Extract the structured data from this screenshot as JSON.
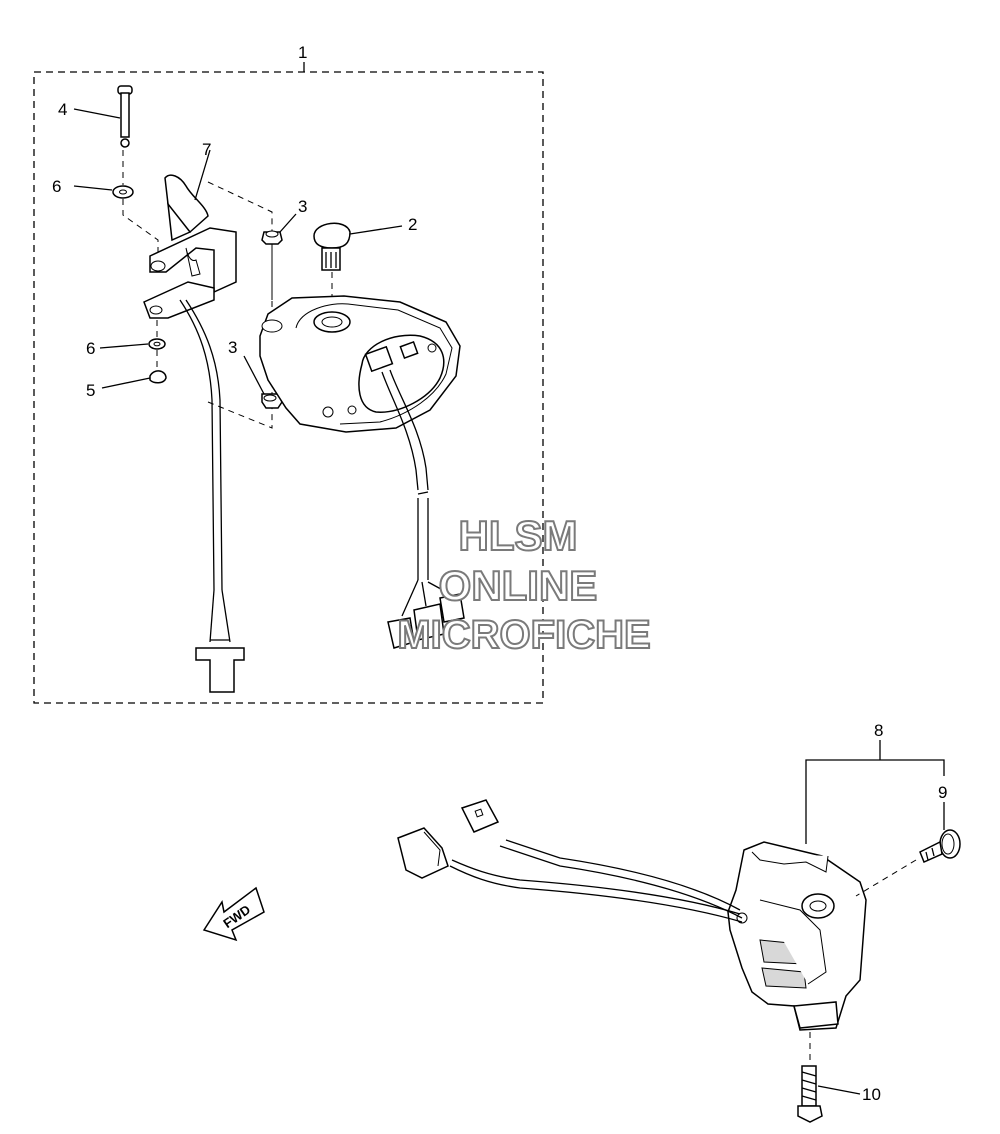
{
  "callouts": {
    "c1": "1",
    "c2": "2",
    "c3a": "3",
    "c3b": "3",
    "c4": "4",
    "c5": "5",
    "c6a": "6",
    "c6b": "6",
    "c7": "7",
    "c8": "8",
    "c9": "9",
    "c10": "10"
  },
  "direction_label": "FWD",
  "watermark": {
    "line1": "HLSM",
    "line2": "ONLINE",
    "line3": "MICROFICHE",
    "color": "#7a7a7a"
  },
  "colors": {
    "line": "#000000",
    "background": "#ffffff"
  }
}
